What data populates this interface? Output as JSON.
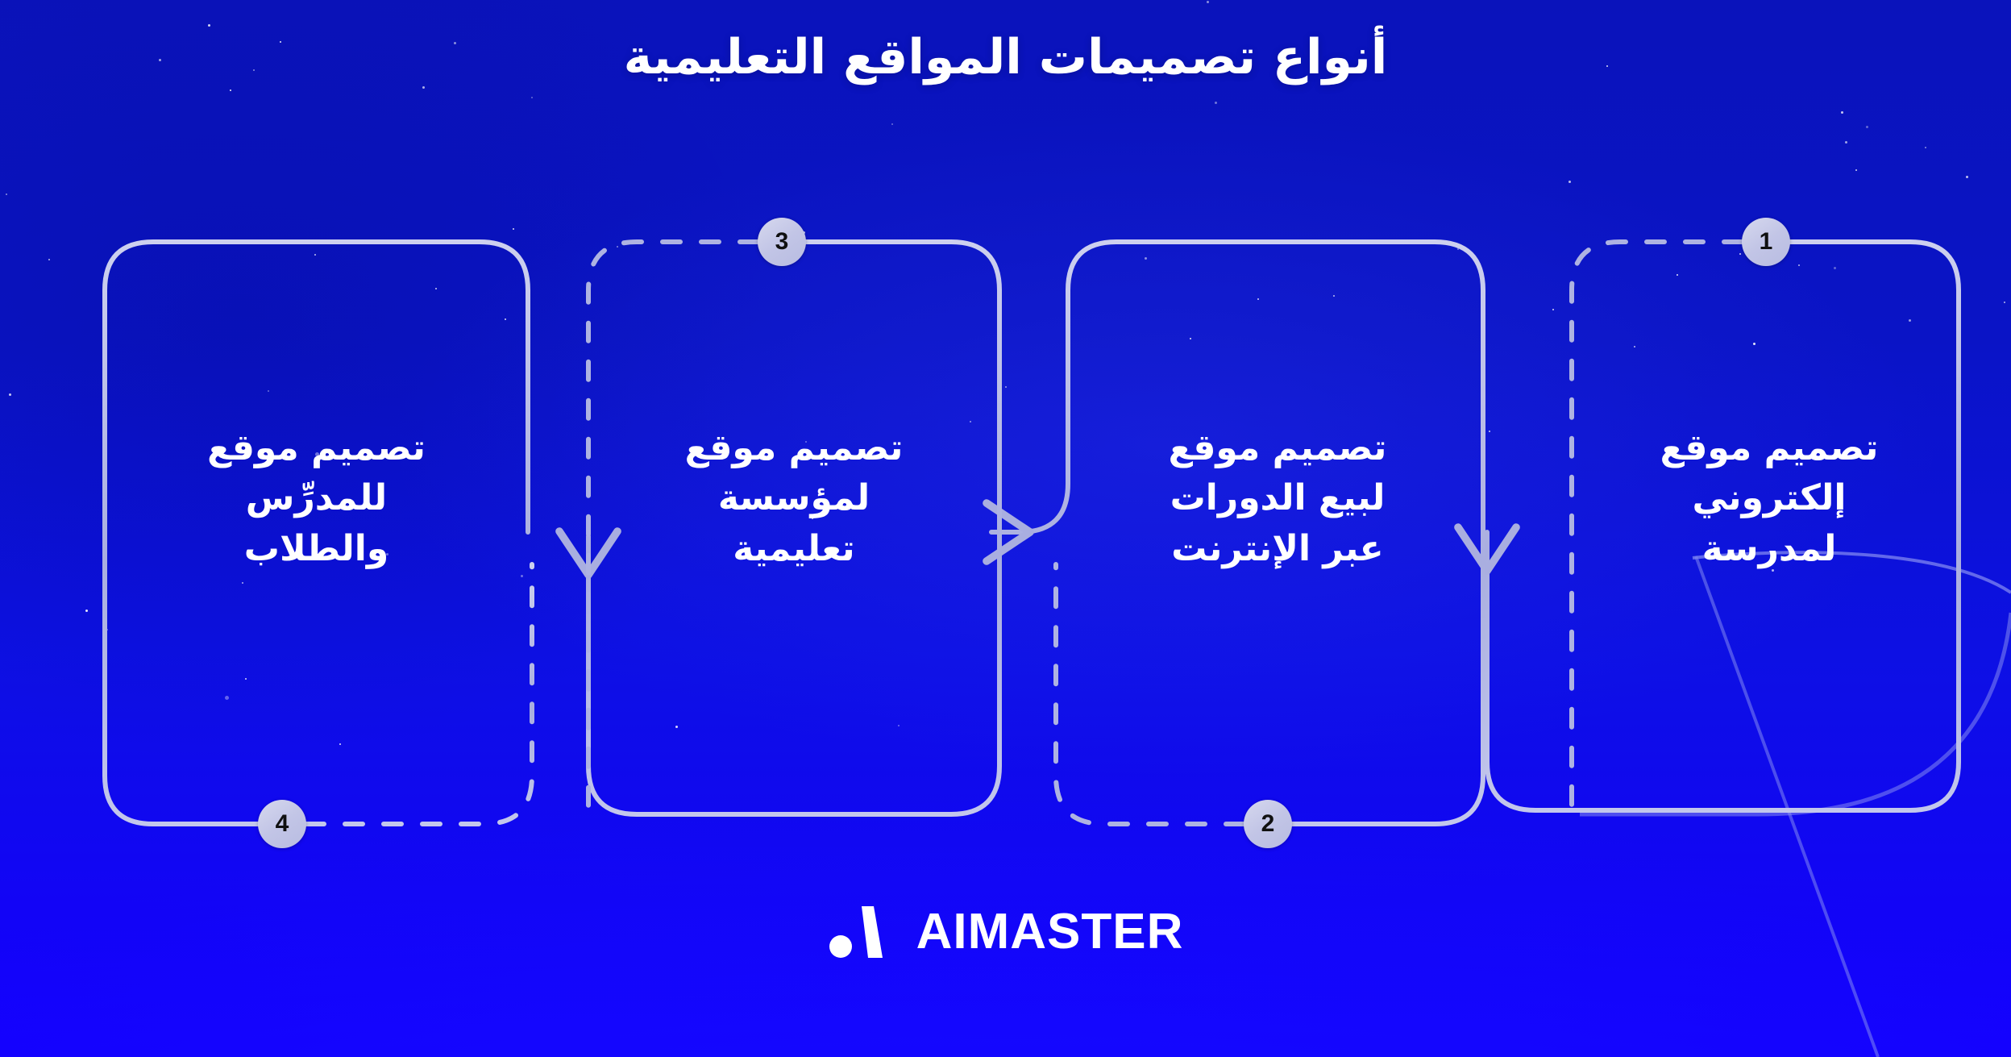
{
  "page": {
    "title": "أنواع تصميمات المواقع التعليمية",
    "direction": "rtl",
    "language": "ar"
  },
  "theme": {
    "background_top": "#0a13bb",
    "background_bottom": "#1400ff",
    "accent_stroke": "#b9bde6",
    "text_color": "#ffffff",
    "badge_fill": "#c6c9e8",
    "badge_text": "#101010"
  },
  "flow": {
    "reading_order": "right-to-left",
    "steps": [
      {
        "number": "1",
        "label": "تصميم موقع\nإلكتروني\nلمدرسة",
        "badge_position": "top",
        "border_style": "dashed-left-solid-right"
      },
      {
        "number": "2",
        "label": "تصميم موقع\nلبيع الدورات\nعبر الإنترنت",
        "badge_position": "bottom",
        "border_style": "dashed-left-solid-right"
      },
      {
        "number": "3",
        "label": "تصميم موقع\nلمؤسسة\nتعليمية",
        "badge_position": "top",
        "border_style": "dashed-left-solid-right"
      },
      {
        "number": "4",
        "label": "تصميم موقع\nللمدرِّس\nوالطلاب",
        "badge_position": "bottom",
        "border_style": "solid"
      }
    ],
    "connector_icon": "arrow-left-icon",
    "connector_count": 3
  },
  "brand": {
    "name": "AIMASTER",
    "mark": "aimaster-logo-mark"
  }
}
